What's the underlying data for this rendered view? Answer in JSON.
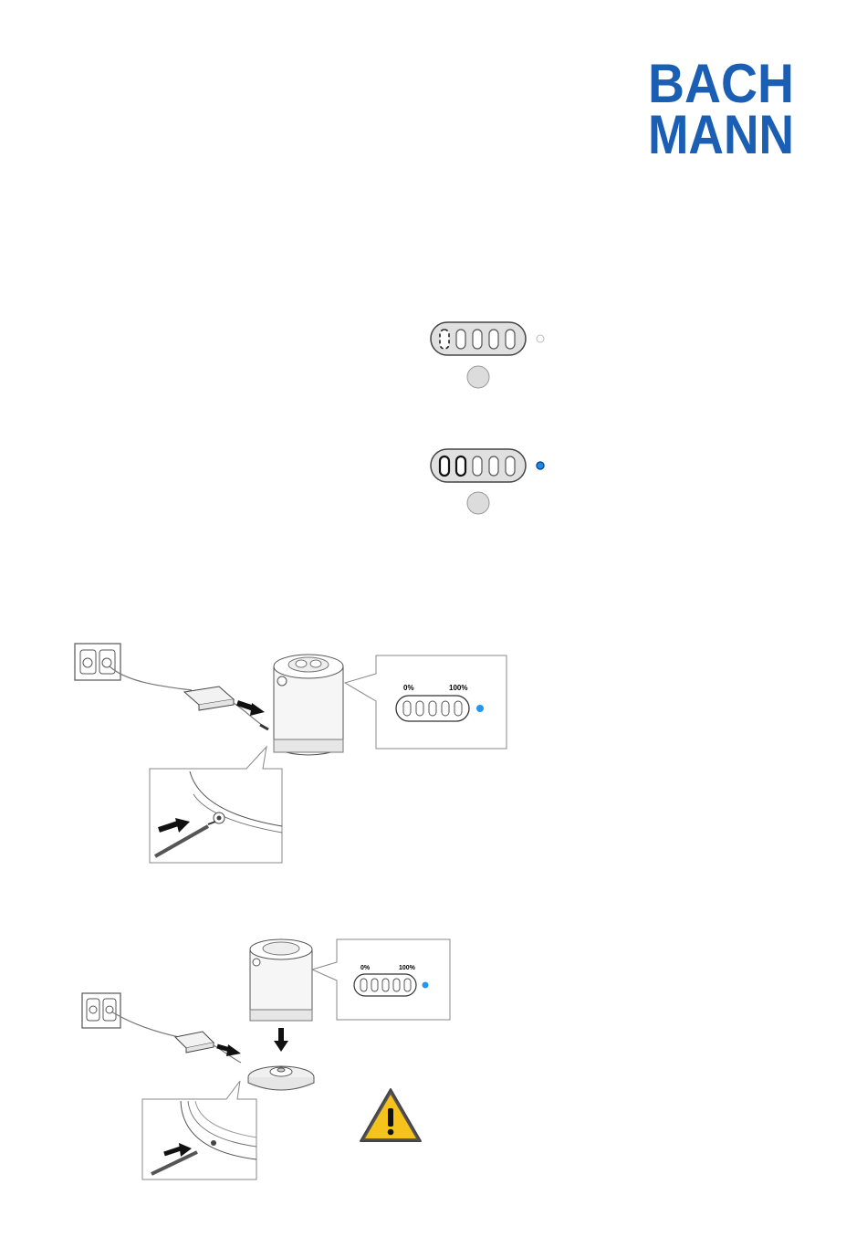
{
  "brand": {
    "logo_line1": "BACH",
    "logo_line2": "MANN",
    "logo_color": "#1a5fb4"
  },
  "indicator_states": [
    {
      "state": "low-battery-blinking",
      "lit_segments": 1,
      "led": "off"
    },
    {
      "state": "charging",
      "lit_segments": 2,
      "led": "on",
      "led_color": "#1e88e5"
    }
  ],
  "figure1": {
    "callout_min": "0%",
    "callout_max": "100%",
    "led_color": "#2196f3"
  },
  "figure2": {
    "callout_min": "0%",
    "callout_max": "100%",
    "led_color": "#2196f3"
  },
  "warning": {
    "icon": "warning-triangle-icon",
    "fill_color": "#f6c21c"
  }
}
